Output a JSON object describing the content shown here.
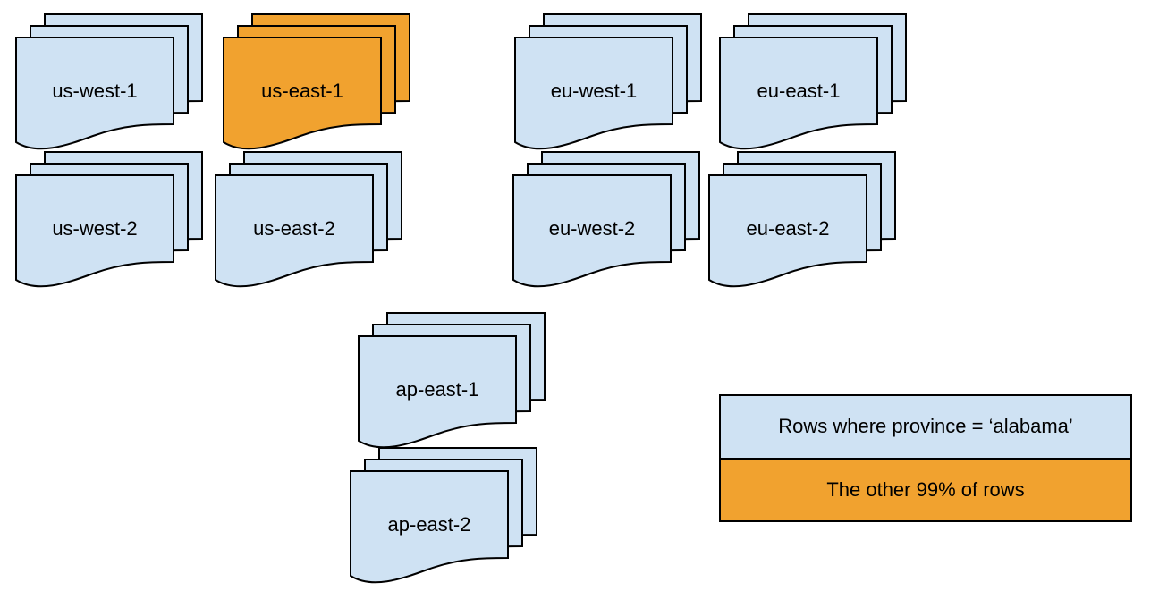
{
  "stacks": [
    {
      "label": "us-west-1",
      "highlighted": false
    },
    {
      "label": "us-east-1",
      "highlighted": true
    },
    {
      "label": "eu-west-1",
      "highlighted": false
    },
    {
      "label": "eu-east-1",
      "highlighted": false
    },
    {
      "label": "us-west-2",
      "highlighted": false
    },
    {
      "label": "us-east-2",
      "highlighted": false
    },
    {
      "label": "eu-west-2",
      "highlighted": false
    },
    {
      "label": "eu-east-2",
      "highlighted": false
    },
    {
      "label": "ap-east-1",
      "highlighted": false
    },
    {
      "label": "ap-east-2",
      "highlighted": false
    }
  ],
  "legend": {
    "items": [
      {
        "label": "Rows where province = ‘alabama’",
        "swatch": "light-blue"
      },
      {
        "label": "The other 99% of rows",
        "swatch": "orange"
      }
    ]
  },
  "colors": {
    "document_blue": "#CFE2F3",
    "document_orange": "#F1A22F",
    "outline": "#000000",
    "background": "#FFFFFF"
  }
}
